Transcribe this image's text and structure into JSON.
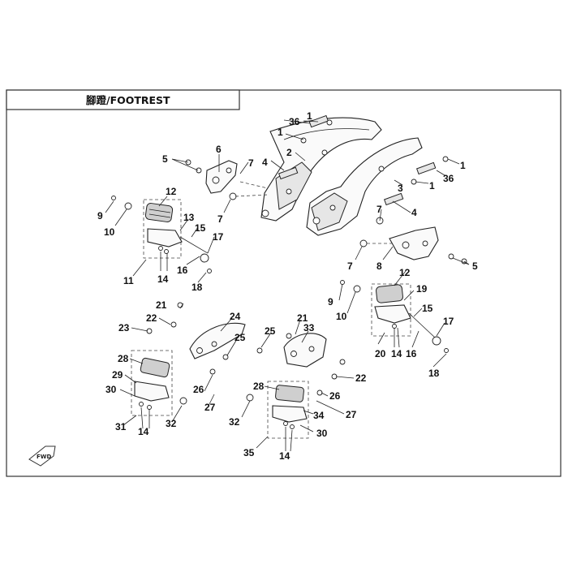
{
  "title": "腳蹬/FOOTREST",
  "forward_marker": "FWD",
  "labels": {
    "l36a": "36",
    "l1a": "1",
    "l1b": "1",
    "l2": "2",
    "l4a": "4",
    "l1c": "1",
    "l36b": "36",
    "l1d": "1",
    "l3": "3",
    "l4b": "4",
    "l5a": "5",
    "l6": "6",
    "l7a": "7",
    "l9a": "9",
    "l10a": "10",
    "l12a": "12",
    "l13": "13",
    "l15a": "15",
    "l17a": "17",
    "l16a": "16",
    "l11": "11",
    "l14a": "14",
    "l18a": "18",
    "l7b": "7",
    "l7c": "7",
    "l8": "8",
    "l5b": "5",
    "l9b": "9",
    "l10b": "10",
    "l12b": "12",
    "l19": "19",
    "l15b": "15",
    "l17b": "17",
    "l20": "20",
    "l14b": "14",
    "l16b": "16",
    "l18b": "18",
    "l21a": "21",
    "l24": "24",
    "l22a": "22",
    "l23": "23",
    "l25a": "25",
    "l28a": "28",
    "l29": "29",
    "l26a": "26",
    "l30a": "30",
    "l27a": "27",
    "l31": "31",
    "l14c": "14",
    "l32a": "32",
    "l21b": "21",
    "l33": "33",
    "l25b": "25",
    "l22b": "22",
    "l28b": "28",
    "l26b": "26",
    "l27b": "27",
    "l34": "34",
    "l32b": "32",
    "l30b": "30",
    "l35": "35",
    "l14d": "14"
  }
}
